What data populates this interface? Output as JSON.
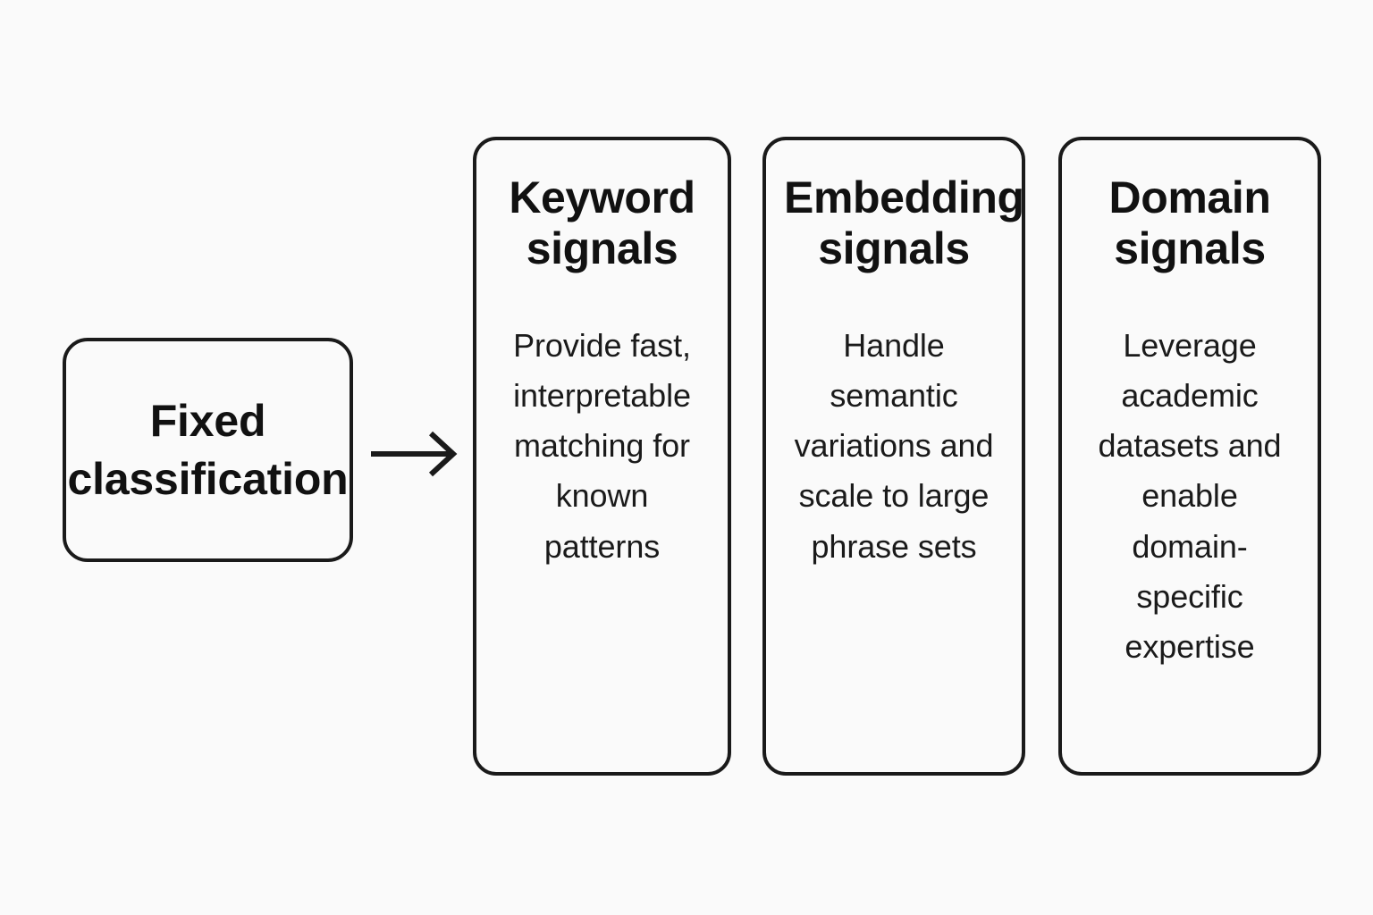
{
  "diagram": {
    "background_color": "#fafafa",
    "stroke_color": "#1a1a1a",
    "text_color": "#111111",
    "source": {
      "label": "Fixed classification"
    },
    "connector": {
      "icon": "arrow-right-icon",
      "from": "Fixed classification",
      "to": "Keyword signals"
    },
    "cards": [
      {
        "title": "Keyword signals",
        "body": "Provide fast, interpretable matching for known patterns"
      },
      {
        "title": "Embedding signals",
        "body": "Handle semantic variations and scale to large phrase sets"
      },
      {
        "title": "Domain signals",
        "body": "Leverage academic datasets and enable domain-specific expertise"
      }
    ]
  }
}
